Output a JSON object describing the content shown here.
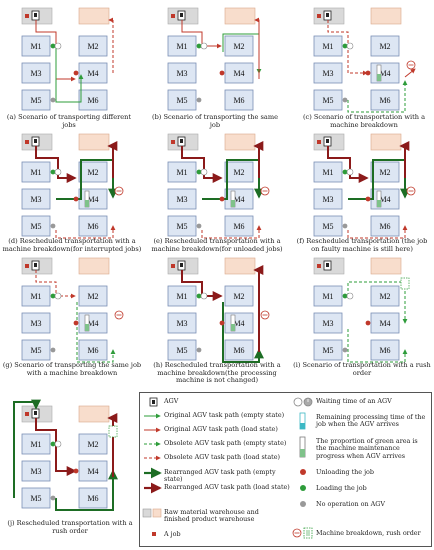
{
  "machines": [
    "M1",
    "M2",
    "M3",
    "M4",
    "M5",
    "M6"
  ],
  "colors": {
    "machine_fill": "#dde6f3",
    "machine_border": "#7a8fb5",
    "warehouse_raw": "#d9d9d9",
    "warehouse_finished": "#f8ddcc",
    "green": "#2e9c3a",
    "red": "#c0392b",
    "dark_red": "#8b1a1a",
    "dark_green": "#1d6d24",
    "gray_dot": "#999999",
    "teal": "#3cb8c4"
  },
  "panels": [
    {
      "id": "a",
      "caption": "(a)  Scenario of transporting different jobs"
    },
    {
      "id": "b",
      "caption": "(b)  Scenario of transporting the same job"
    },
    {
      "id": "c",
      "caption": "(c)  Scenario of transportation with a machine breakdown"
    },
    {
      "id": "d",
      "caption": "(d)  Rescheduled transportation with a machine breakdown(for interrupted jobs)"
    },
    {
      "id": "e",
      "caption": "(e)  Rescheduled transportation with a machine breakdown(for unloaded jobs)"
    },
    {
      "id": "f",
      "caption": "(f)  Rescheduled transportation (the job on faulty machine is still here)"
    },
    {
      "id": "g",
      "caption": "(g)  Scenario of transporting the same job with a machine breakdown"
    },
    {
      "id": "h",
      "caption": "(h)  Rescheduled transportation with a machine breakdown(the processing machine is not changed)"
    },
    {
      "id": "i",
      "caption": "(i)  Scenario of transportation with a rush order"
    },
    {
      "id": "j",
      "caption": "(j)  Rescheduled transportation with a rush order"
    }
  ],
  "legend": {
    "agv": "AGV",
    "original_empty": "Original AGV task path (empty state)",
    "original_load": "Original AGV task path (load state)",
    "obsolete_empty": "Obsolete AGV task path (empty state)",
    "obsolete_load": "Obsolete AGV task path (load state)",
    "rearranged_empty": "Rearranged AGV task path (empty state)",
    "rearranged_load": "Rearranged AGV task path (load state)",
    "warehouse": "Raw material warehouse and finished product warehouse",
    "job": "A job",
    "waiting": "Waiting time of an AGV",
    "remaining": "Remaining processing time of the job when the AGV arrives",
    "maintenance": "The proportion of green area is the machine maintenance progress when AGV arrives",
    "unloading": "Unloading the job",
    "loading": "Loading the job",
    "no_operation": "No operation on AGV",
    "breakdown_rush": "Machine breakdown, rush order"
  }
}
